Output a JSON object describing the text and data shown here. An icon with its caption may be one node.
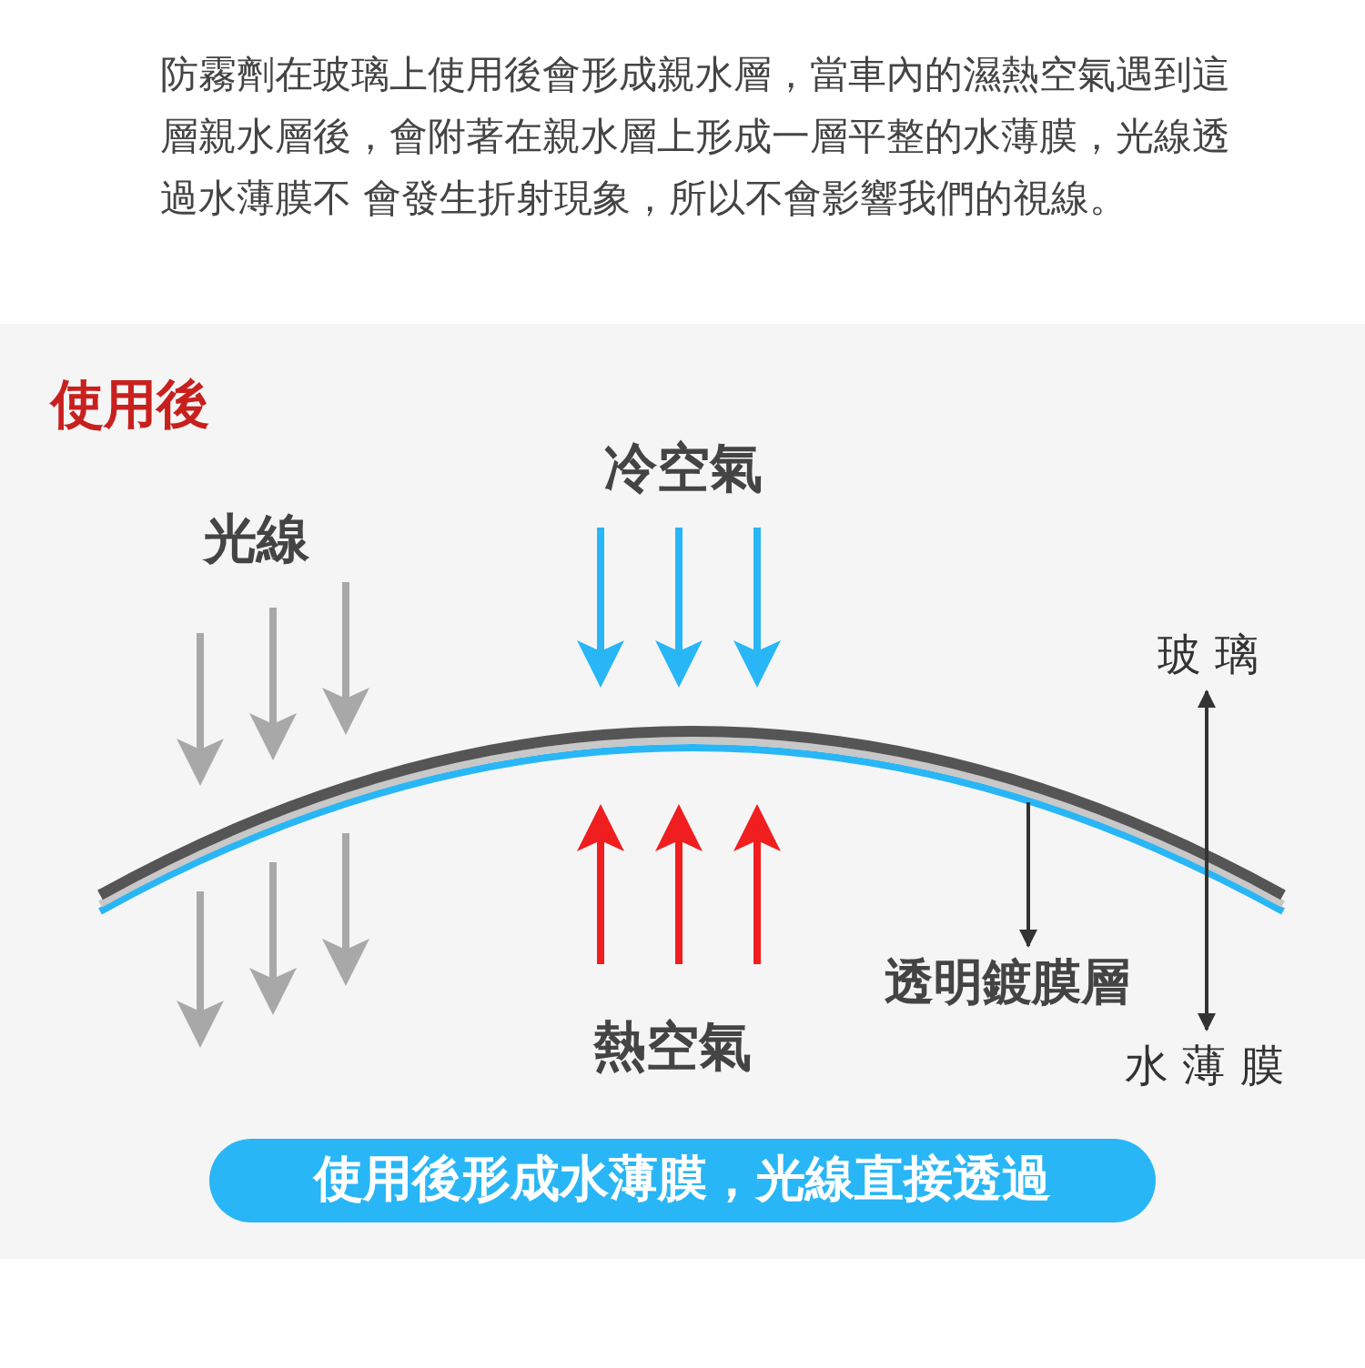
{
  "diagram": {
    "nodes": [
      {
        "text": [
          "玻 璃"
        ]
      },
      {
        "text": [],
        "shape": "picture"
      },
      {
        "text": [
          "透明鍍膜層"
        ]
      },
      {
        "text": [
          "水 薄 膜"
        ]
      },
      {
        "text": [
          "使用後形成水薄膜，光線直接透過"
        ]
      }
    ],
    "edges": [
      {
        "from": 1,
        "to": 2,
        "arrow": "to"
      },
      {
        "from": 0,
        "to": 3,
        "arrow": "both"
      }
    ],
    "labels": [
      "防霧劑在玻璃上使用後會形成親水層，當車內的濕熱空氣遇到這層親水層後，會附著在親水層上形成一層平整的水薄膜，光線透過水薄膜不 會發生折射現象，所以不會影響我們的視線。",
      "使用後",
      "冷空氣",
      "光線",
      "熱空氣"
    ]
  }
}
